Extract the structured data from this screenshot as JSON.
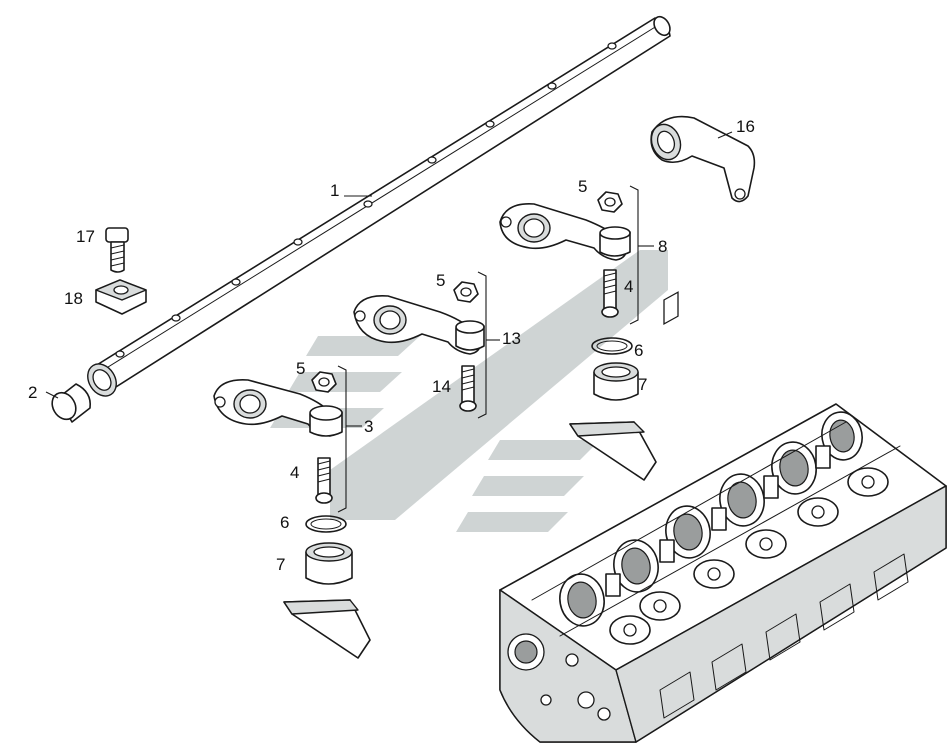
{
  "diagram": {
    "callouts": [
      {
        "id": "c1",
        "label": "1"
      },
      {
        "id": "c2",
        "label": "2"
      },
      {
        "id": "c3",
        "label": "3"
      },
      {
        "id": "c4a",
        "label": "4"
      },
      {
        "id": "c4b",
        "label": "4"
      },
      {
        "id": "c5a",
        "label": "5"
      },
      {
        "id": "c5b",
        "label": "5"
      },
      {
        "id": "c5c",
        "label": "5"
      },
      {
        "id": "c6a",
        "label": "6"
      },
      {
        "id": "c6b",
        "label": "6"
      },
      {
        "id": "c7a",
        "label": "7"
      },
      {
        "id": "c7b",
        "label": "7"
      },
      {
        "id": "c8",
        "label": "8"
      },
      {
        "id": "c13",
        "label": "13"
      },
      {
        "id": "c14",
        "label": "14"
      },
      {
        "id": "c16",
        "label": "16"
      },
      {
        "id": "c17",
        "label": "17"
      },
      {
        "id": "c18",
        "label": "18"
      }
    ],
    "colors": {
      "line": "#1a1a1a",
      "watermark": "#c7cdcd",
      "shade": "#d9dcdc"
    }
  }
}
